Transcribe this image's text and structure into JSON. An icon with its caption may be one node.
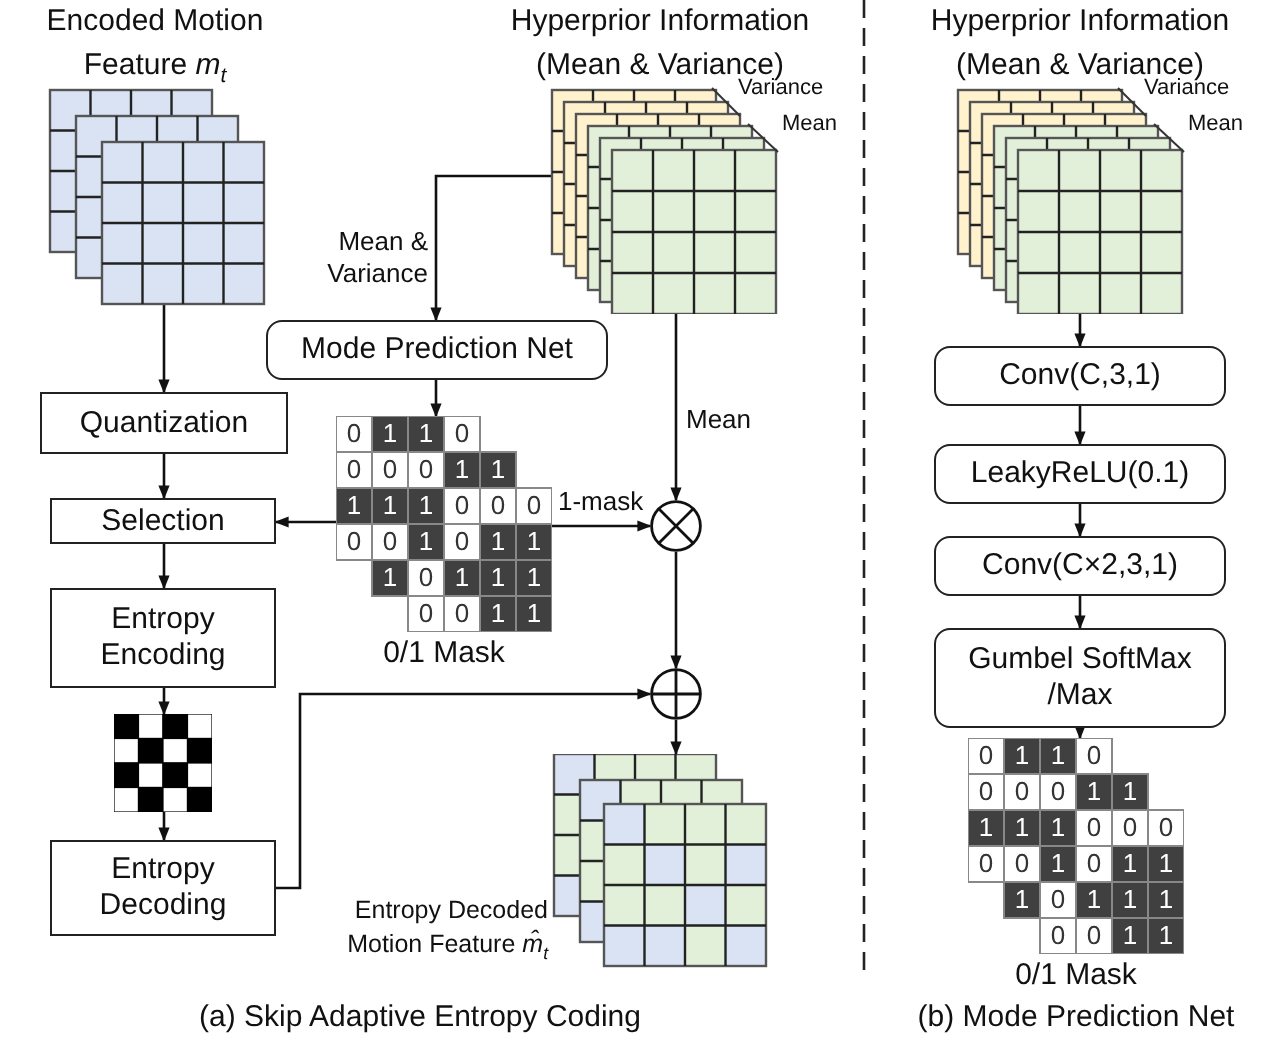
{
  "diagram": {
    "nodes": [
      {
        "text": [
          "Encoded Motion Feature *m*$_{t}$"
        ]
      },
      {
        "text": [
          "Hyperprior Information (Mean & Variance)"
        ],
        "beside": [
          "Variance",
          "Mean"
        ]
      },
      {
        "text": [
          "Mode Prediction Net"
        ]
      },
      {
        "text": [
          "Quantization"
        ]
      },
      {
        "text": [
          "Selection"
        ]
      },
      {
        "text": [
          "0/1 Mask"
        ]
      },
      {
        "text": [],
        "shape": "circle"
      },
      {
        "text": [
          "Entropy Encoding"
        ]
      },
      {
        "text": [],
        "shape": "picture"
      },
      {
        "text": [],
        "shape": "circle"
      },
      {
        "text": [
          "Entropy Decoding"
        ]
      },
      {
        "text": [
          "Entropy Decoded Motion Feature *m̂*$_{t}$"
        ]
      },
      {
        "text": [
          "Hyperprior Information (Mean & Variance)"
        ],
        "beside": [
          "Variance",
          "Mean"
        ]
      },
      {
        "text": [
          "Conv(C,3,1)"
        ]
      },
      {
        "text": [
          "LeakyReLU(0.1)"
        ]
      },
      {
        "text": [
          "Conv(C×2,3,1)"
        ]
      },
      {
        "text": [
          "Gumbel SoftMax /Max"
        ]
      },
      {
        "text": [
          "0/1 Mask"
        ]
      }
    ],
    "edges": [
      {
        "from": 0,
        "to": 3,
        "arrow": "to"
      },
      {
        "from": 3,
        "to": 4,
        "arrow": "to"
      },
      {
        "from": 1,
        "to": 2,
        "arrow": "to",
        "label": "Mean & Variance"
      },
      {
        "from": 2,
        "to": 5,
        "arrow": "to"
      },
      {
        "from": 5,
        "to": 4,
        "arrow": "to"
      },
      {
        "from": 5,
        "to": 6,
        "arrow": "to",
        "label": "1-mask"
      },
      {
        "from": 1,
        "to": 6,
        "arrow": "to",
        "label": "Mean"
      },
      {
        "from": 4,
        "to": 7,
        "arrow": "to"
      },
      {
        "from": 7,
        "to": 8,
        "arrow": "to"
      },
      {
        "from": 8,
        "to": 10,
        "arrow": "to"
      },
      {
        "from": 10,
        "to": 9,
        "arrow": "to"
      },
      {
        "from": 6,
        "to": 9,
        "arrow": "to"
      },
      {
        "from": 9,
        "to": 11,
        "arrow": "to"
      },
      {
        "from": 12,
        "to": 13,
        "arrow": "to"
      },
      {
        "from": 13,
        "to": 14,
        "arrow": "to"
      },
      {
        "from": 14,
        "to": 15,
        "arrow": "to"
      },
      {
        "from": 15,
        "to": 16,
        "arrow": "to"
      },
      {
        "from": 16,
        "to": 17,
        "arrow": "to"
      }
    ],
    "labels": [
      "(a) Skip Adaptive Entropy Coding",
      "(b) Mode Prediction Net",
      "0",
      "1",
      "1",
      "0",
      "0",
      "1",
      "0",
      "0",
      "0",
      "1",
      "1",
      "1",
      "0",
      "1",
      "1",
      "0",
      "0",
      "0",
      "1",
      "0",
      "1",
      "1",
      "0",
      "1",
      "1",
      "1",
      "0",
      "0",
      "1",
      "1",
      "0",
      "1",
      "1",
      "0",
      "0",
      "1",
      "0",
      "0",
      "0",
      "1",
      "1",
      "1",
      "0",
      "1",
      "1",
      "0",
      "0",
      "0",
      "1",
      "0",
      "1",
      "1",
      "0",
      "1",
      "1",
      "1",
      "0",
      "0",
      "1",
      "1"
    ]
  }
}
